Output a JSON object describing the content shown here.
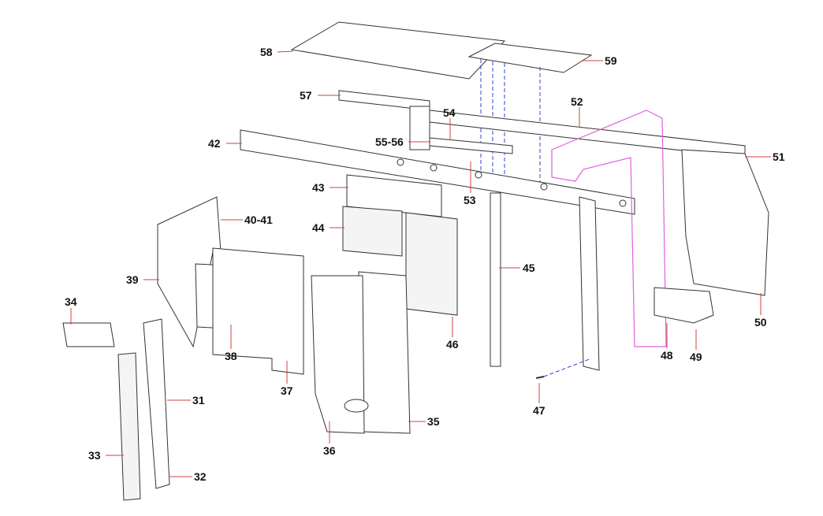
{
  "diagram": {
    "labels": {
      "p58": "58",
      "p59": "59",
      "p57": "57",
      "p52": "52",
      "p54": "54",
      "p55_56": "55-56",
      "p42": "42",
      "p51": "51",
      "p43": "43",
      "p53": "53",
      "p40_41": "40-41",
      "p44": "44",
      "p39": "39",
      "p45": "45",
      "p34": "34",
      "p50": "50",
      "p38": "38",
      "p46": "46",
      "p48": "48",
      "p49": "49",
      "p37": "37",
      "p31": "31",
      "p47": "47",
      "p35": "35",
      "p36": "36",
      "p33": "33",
      "p32": "32"
    },
    "colors": {
      "leader": "#d04040",
      "highlight_part": "#e060e0",
      "assembly_axis": "#3344cc"
    }
  }
}
